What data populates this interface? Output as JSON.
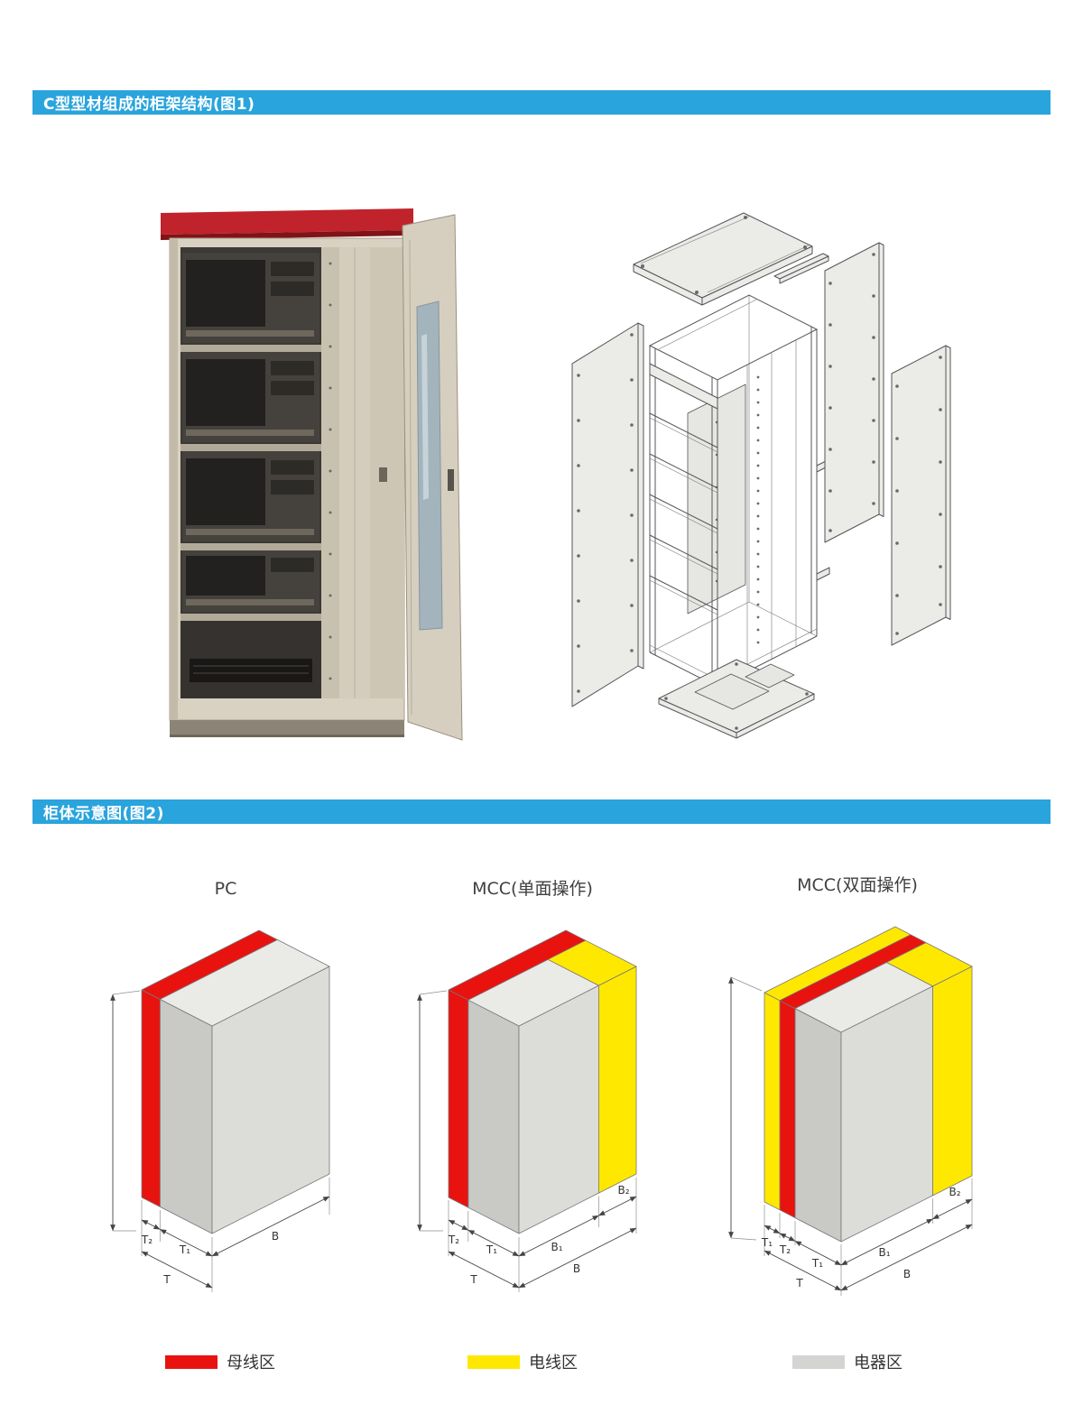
{
  "page": {
    "background": "#ffffff"
  },
  "colors": {
    "header_blue": "#2aa4dc",
    "busbar_red": "#e8130f",
    "wire_yellow": "#ffe800",
    "equipment_gray": "#d4d4d2"
  },
  "section1": {
    "title": "C型型材组成的柜架结构(图1)"
  },
  "section2": {
    "title": "柜体示意图(图2)"
  },
  "diagrams": [
    {
      "label": "PC",
      "dim_labels": {
        "t2": "T₂",
        "t1": "T₁",
        "t": "T",
        "b": "B"
      }
    },
    {
      "label": "MCC(单面操作)",
      "dim_labels": {
        "t2": "T₂",
        "t1": "T₁",
        "t": "T",
        "b1": "B₁",
        "b2": "B₂",
        "b": "B"
      }
    },
    {
      "label": "MCC(双面操作)",
      "dim_labels": {
        "t1a": "T₁",
        "t2": "T₂",
        "t1b": "T₁",
        "t": "T",
        "b1": "B₁",
        "b2": "B₂",
        "b": "B"
      }
    }
  ],
  "legend": {
    "items": [
      {
        "label": "母线区",
        "color": "#e8130f"
      },
      {
        "label": "电线区",
        "color": "#ffe800"
      },
      {
        "label": "电器区",
        "color": "#d4d4d2"
      }
    ]
  }
}
